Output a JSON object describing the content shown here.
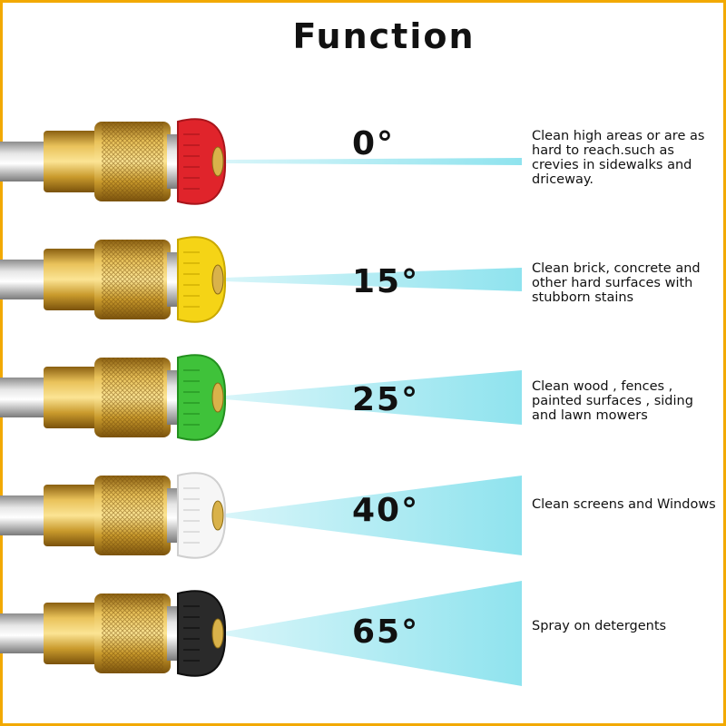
{
  "title": "Function",
  "accent_color": "#f2a900",
  "spray_color": "#8fe3ee",
  "nozzles": [
    {
      "angle": "0°",
      "tip_color": "#e0242b",
      "tip_dark": "#a8151b",
      "description": "Clean high areas or are as hard to reach.such as crevies in sidewalks and driceway."
    },
    {
      "angle": "15°",
      "tip_color": "#f5d416",
      "tip_dark": "#c9a800",
      "description": "Clean brick, concrete and other hard surfaces with stubborn stains"
    },
    {
      "angle": "25°",
      "tip_color": "#3fc23a",
      "tip_dark": "#23901f",
      "description": "Clean wood , fences , painted surfaces , siding and lawn mowers"
    },
    {
      "angle": "40°",
      "tip_color": "#f6f6f6",
      "tip_dark": "#cfcfcf",
      "description": "Clean screens and Windows"
    },
    {
      "angle": "65°",
      "tip_color": "#2a2a2a",
      "tip_dark": "#0f0f0f",
      "description": "Spray on detergents"
    }
  ]
}
